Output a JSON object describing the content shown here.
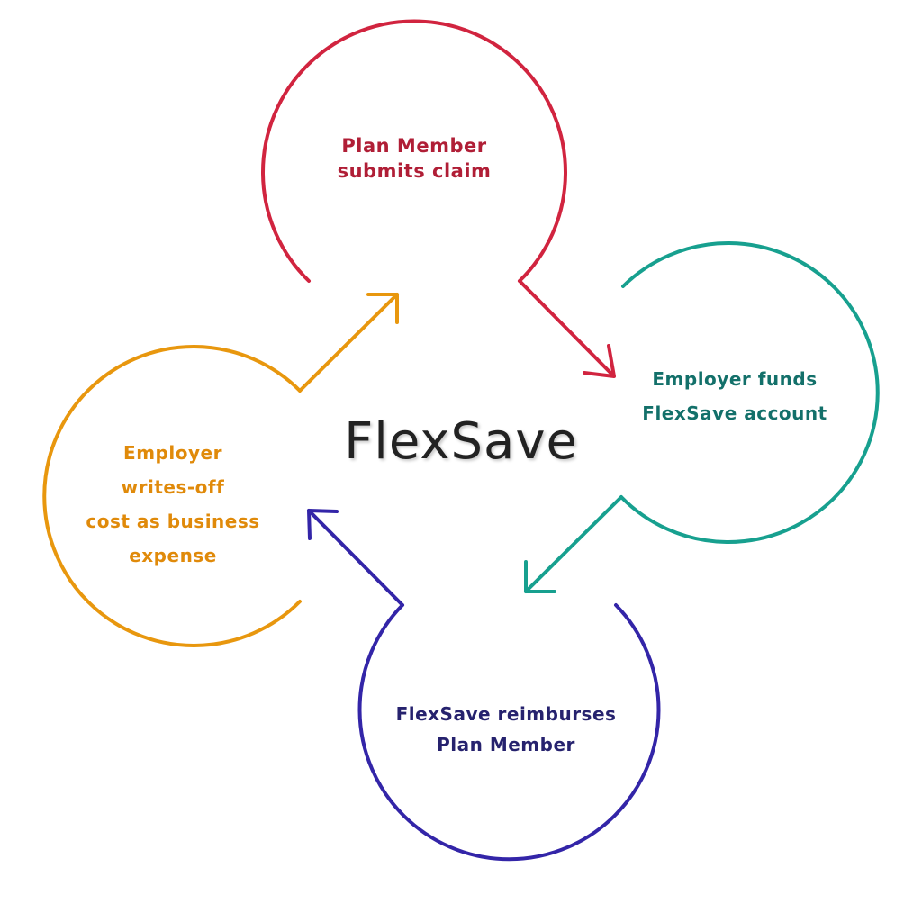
{
  "title": "FlexSave",
  "colors": {
    "top": "#d1243f",
    "top_text": "#b01e36",
    "right": "#17a08f",
    "right_text": "#13706a",
    "bottom": "#3325a8",
    "bottom_text": "#26226e",
    "left": "#e8970e",
    "left_text": "#e08a0a",
    "title_text": "#222222"
  },
  "steps": {
    "top": {
      "lines": [
        "Plan Member",
        "submits claim"
      ]
    },
    "right": {
      "lines": [
        "Employer funds",
        "FlexSave account"
      ]
    },
    "bottom": {
      "lines": [
        "FlexSave reimburses",
        "Plan Member"
      ]
    },
    "left": {
      "lines": [
        "Employer",
        "writes-off",
        "cost as business",
        "expense"
      ]
    }
  }
}
